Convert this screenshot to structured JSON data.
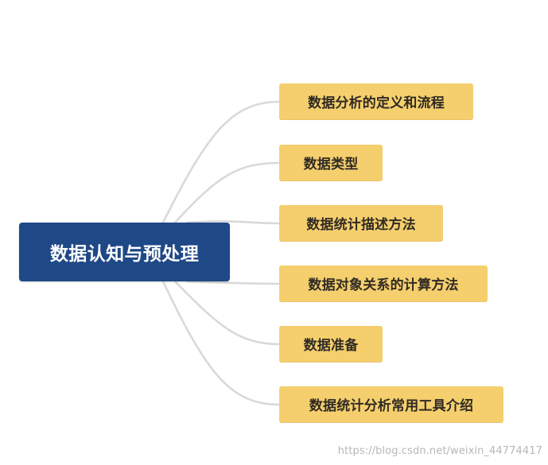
{
  "diagram": {
    "root": {
      "label": "数据认知与预处理"
    },
    "branches": [
      {
        "label": "数据分析的定义和流程"
      },
      {
        "label": "数据类型"
      },
      {
        "label": "数据统计描述方法"
      },
      {
        "label": "数据对象关系的计算方法"
      },
      {
        "label": "数据准备"
      },
      {
        "label": "数据统计分析常用工具介绍"
      }
    ]
  },
  "watermark": {
    "text": "https://blog.csdn.net/weixin_44774417"
  },
  "colors": {
    "root_fill": "#1f4886",
    "root_text": "#ffffff",
    "branch_fill": "#f5cf6d",
    "branch_text": "#2f2a23",
    "connector": "#d9d9d9",
    "watermark": "#b7b7b7"
  }
}
